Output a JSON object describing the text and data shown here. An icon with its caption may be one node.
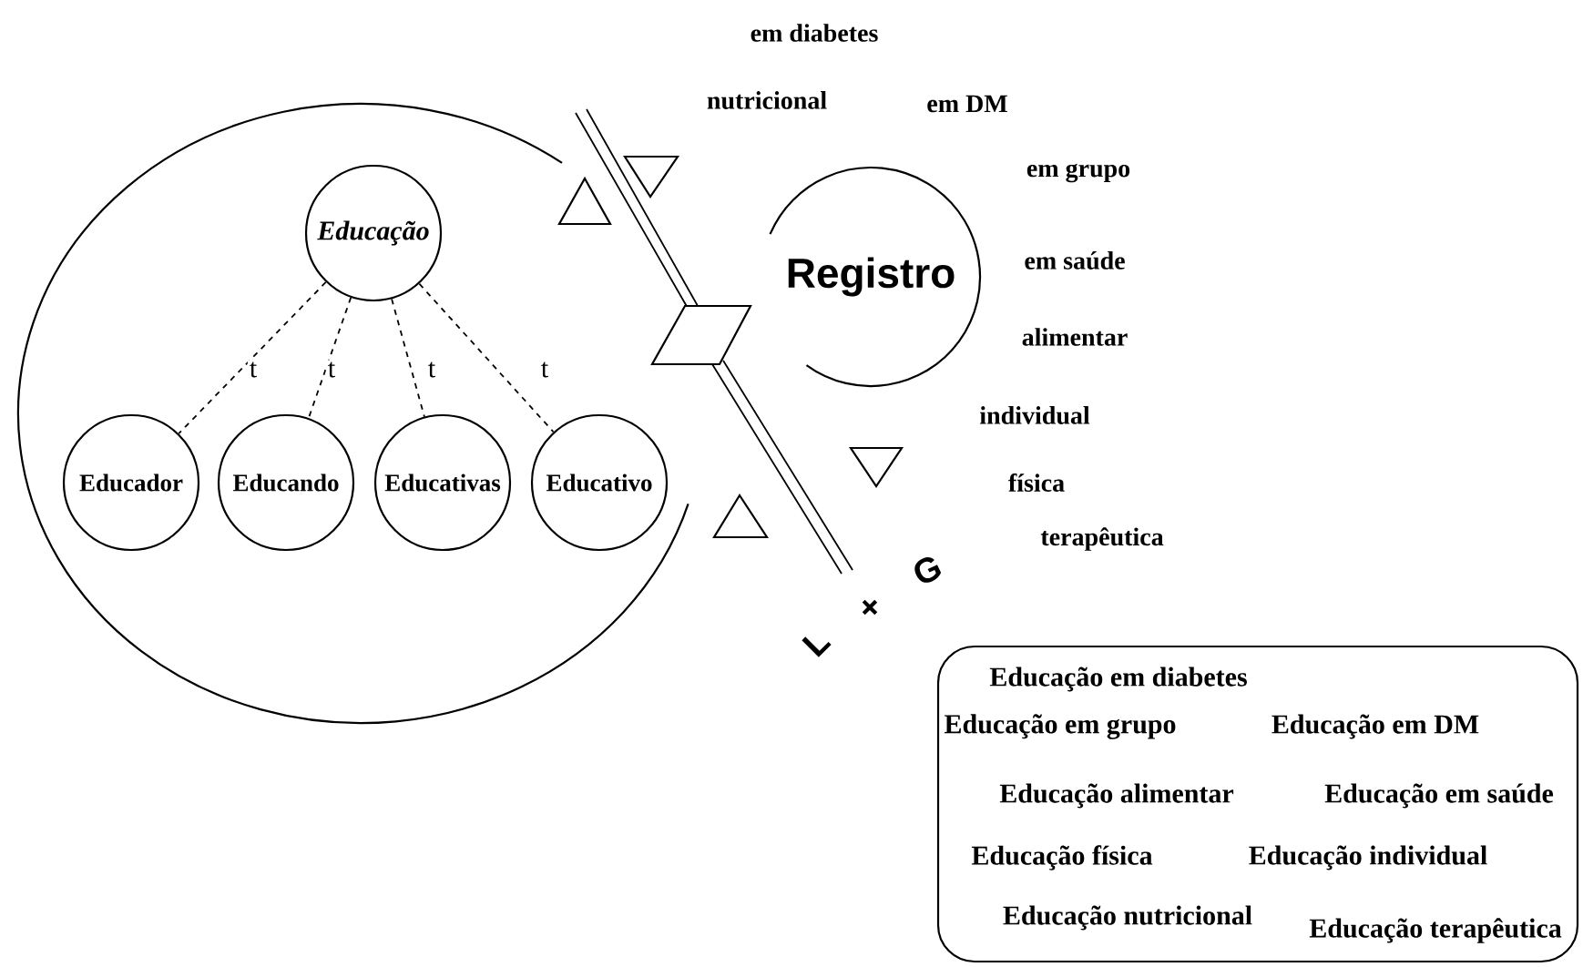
{
  "diagram": {
    "nodes": [
      {
        "text": [],
        "shape": "circle"
      },
      {
        "text": [
          "Educação"
        ],
        "in": 0
      },
      {
        "text": [
          "Educador"
        ],
        "in": 0
      },
      {
        "text": [
          "Educando"
        ],
        "in": 0
      },
      {
        "text": [
          "Educativas"
        ],
        "in": 0
      },
      {
        "text": [
          "Educativo"
        ],
        "in": 0
      },
      {
        "text": [
          "Registro"
        ]
      },
      {
        "text": [
          "Educação em diabetes",
          "Educação em grupo",
          "Educação em DM",
          "Educação alimentar",
          "Educação em saúde",
          "Educação física",
          "Educação individual",
          "Educação nutricional",
          "Educação terapêutica"
        ]
      }
    ],
    "edges": [
      {
        "from": 1,
        "to": 2,
        "arrow": "none",
        "label": "t",
        "style": "dashed"
      },
      {
        "from": 1,
        "to": 3,
        "arrow": "none",
        "label": "t",
        "style": "dashed"
      },
      {
        "from": 1,
        "to": 4,
        "arrow": "none",
        "label": "t",
        "style": "dashed"
      },
      {
        "from": 1,
        "to": 5,
        "arrow": "none",
        "label": "t",
        "style": "dashed"
      }
    ],
    "labels": [
      "em diabetes",
      "nutricional",
      "em DM",
      "em grupo",
      "em saúde",
      "alimentar",
      "individual",
      "física",
      "terapêutica",
      "G",
      "+",
      "L"
    ]
  }
}
